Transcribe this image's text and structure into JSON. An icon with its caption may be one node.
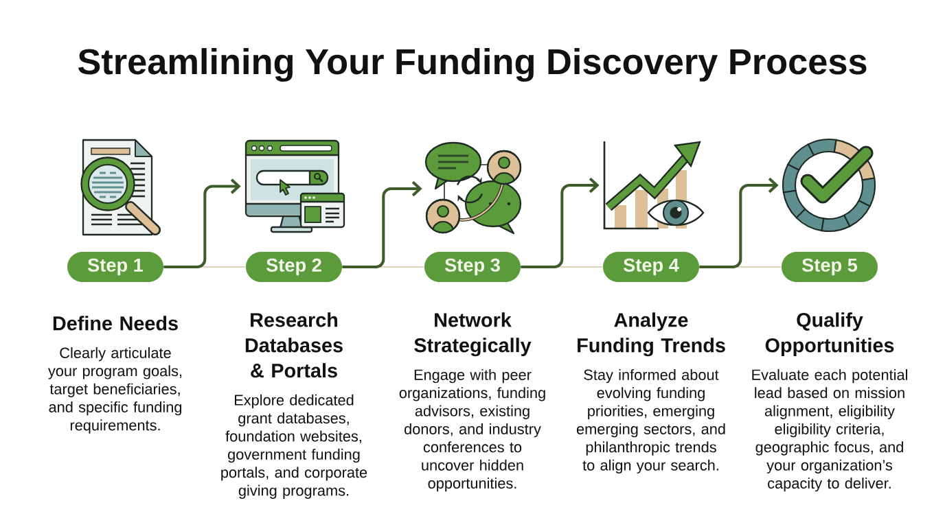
{
  "diagram": {
    "title": "Streamlining Your Funding Discovery Process",
    "nodes": [
      {
        "text": [],
        "shape": "picture"
      },
      {
        "text": [],
        "shape": "picture"
      },
      {
        "text": [],
        "shape": "picture"
      },
      {
        "text": [],
        "shape": "picture"
      },
      {
        "text": [],
        "shape": "picture"
      },
      {
        "text": [
          "Step 1"
        ],
        "beside": [
          "Define Needs",
          "Clearly articulate your program goals, target beneficiaries, and specific funding requirements."
        ]
      },
      {
        "text": [
          "Step 2"
        ],
        "beside": [
          "Research Databases & Portals",
          "Explore dedicated grant databases, foundation websites, government funding portals, and corporate giving programs."
        ]
      },
      {
        "text": [
          "Step 3"
        ],
        "beside": [
          "Network Strategically",
          "Engage with peer organizations, funding advisors, existing donors, and industry conferences to uncover hidden opportunities."
        ]
      },
      {
        "text": [
          "Step 4"
        ],
        "beside": [
          "Analyze Funding Trends",
          "Stay informed about evolving funding priorities, emerging emerging sectors, and philanthropic trends to align your search."
        ]
      },
      {
        "text": [
          "Step 5"
        ],
        "beside": [
          "Qualify Opportunities",
          "Evaluate each potential lead based on mission alignment, eligibility eligibility criteria, geographic focus, and your organization’s capacity to deliver."
        ]
      }
    ],
    "edges": [
      {
        "from": 5,
        "to": 6,
        "arrow": "none",
        "color": "#d9c7a7"
      },
      {
        "from": 6,
        "to": 7,
        "arrow": "none",
        "color": "#d9c7a7"
      },
      {
        "from": 7,
        "to": 8,
        "arrow": "none",
        "color": "#d9c7a7"
      },
      {
        "from": 8,
        "to": 9,
        "arrow": "none",
        "color": "#d9c7a7"
      },
      {
        "from": 5,
        "to": 1,
        "arrow": "to",
        "style": "thick",
        "color": "#3d5c2a"
      },
      {
        "from": 6,
        "to": 2,
        "arrow": "to",
        "style": "thick",
        "color": "#3d5c2a"
      },
      {
        "from": 7,
        "to": 3,
        "arrow": "to",
        "style": "thick",
        "color": "#3d5c2a"
      },
      {
        "from": 8,
        "to": 4,
        "arrow": "to",
        "style": "thick",
        "color": "#3d5c2a"
      }
    ]
  }
}
